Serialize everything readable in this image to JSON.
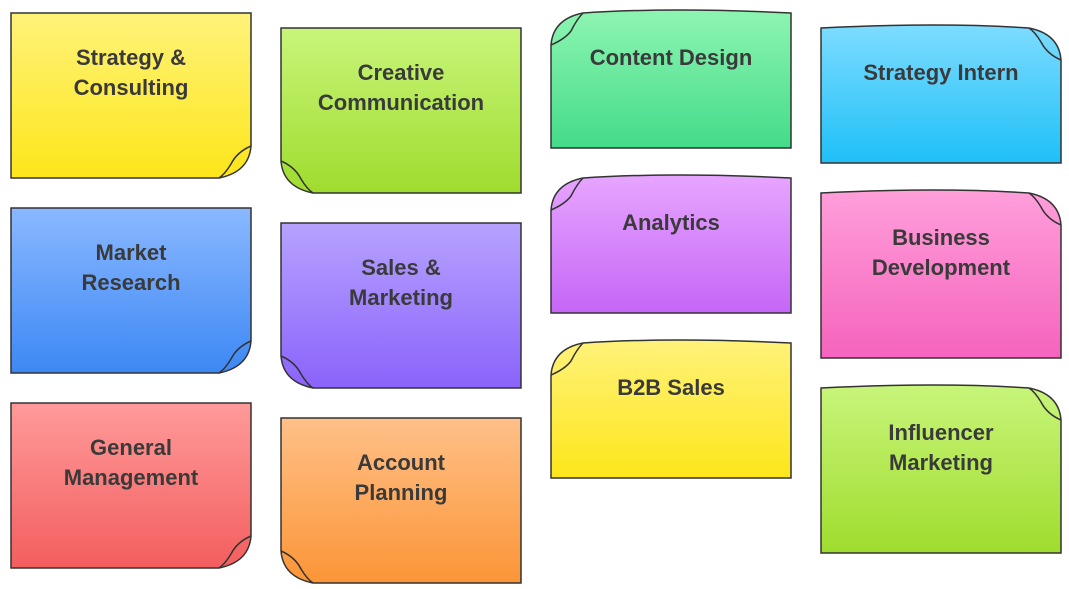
{
  "notes": [
    {
      "label": "Strategy &\nConsulting",
      "top": "#fff27a",
      "bottom": "#fde61a",
      "curl": "right"
    },
    {
      "label": "Market\nResearch",
      "top": "#8ab8ff",
      "bottom": "#3d88f5",
      "curl": "right"
    },
    {
      "label": "General\nManagement",
      "top": "#ff9a9a",
      "bottom": "#f35e5e",
      "curl": "right"
    },
    {
      "label": "Creative\nCommunication",
      "top": "#c8f57a",
      "bottom": "#9fdc2e",
      "curl": "left"
    },
    {
      "label": "Sales &\nMarketing",
      "top": "#b7a2ff",
      "bottom": "#8a63fb",
      "curl": "left"
    },
    {
      "label": "Account\nPlanning",
      "top": "#ffc088",
      "bottom": "#fb9537",
      "curl": "left"
    },
    {
      "label": "Content Design",
      "top": "#8ef5b2",
      "bottom": "#43db89",
      "curl": "top-left"
    },
    {
      "label": "Analytics",
      "top": "#e7a5ff",
      "bottom": "#c566f7",
      "curl": "top-left"
    },
    {
      "label": "B2B Sales",
      "top": "#fff27a",
      "bottom": "#fde61a",
      "curl": "top-left"
    },
    {
      "label": "Strategy Intern",
      "top": "#7ddcff",
      "bottom": "#1fbff7",
      "curl": "top-right"
    },
    {
      "label": "Business\nDevelopment",
      "top": "#ff9fda",
      "bottom": "#f563bd",
      "curl": "top-right"
    },
    {
      "label": "Influencer\nMarketing",
      "top": "#c8f57a",
      "bottom": "#9fdc2e",
      "curl": "top-right"
    }
  ]
}
